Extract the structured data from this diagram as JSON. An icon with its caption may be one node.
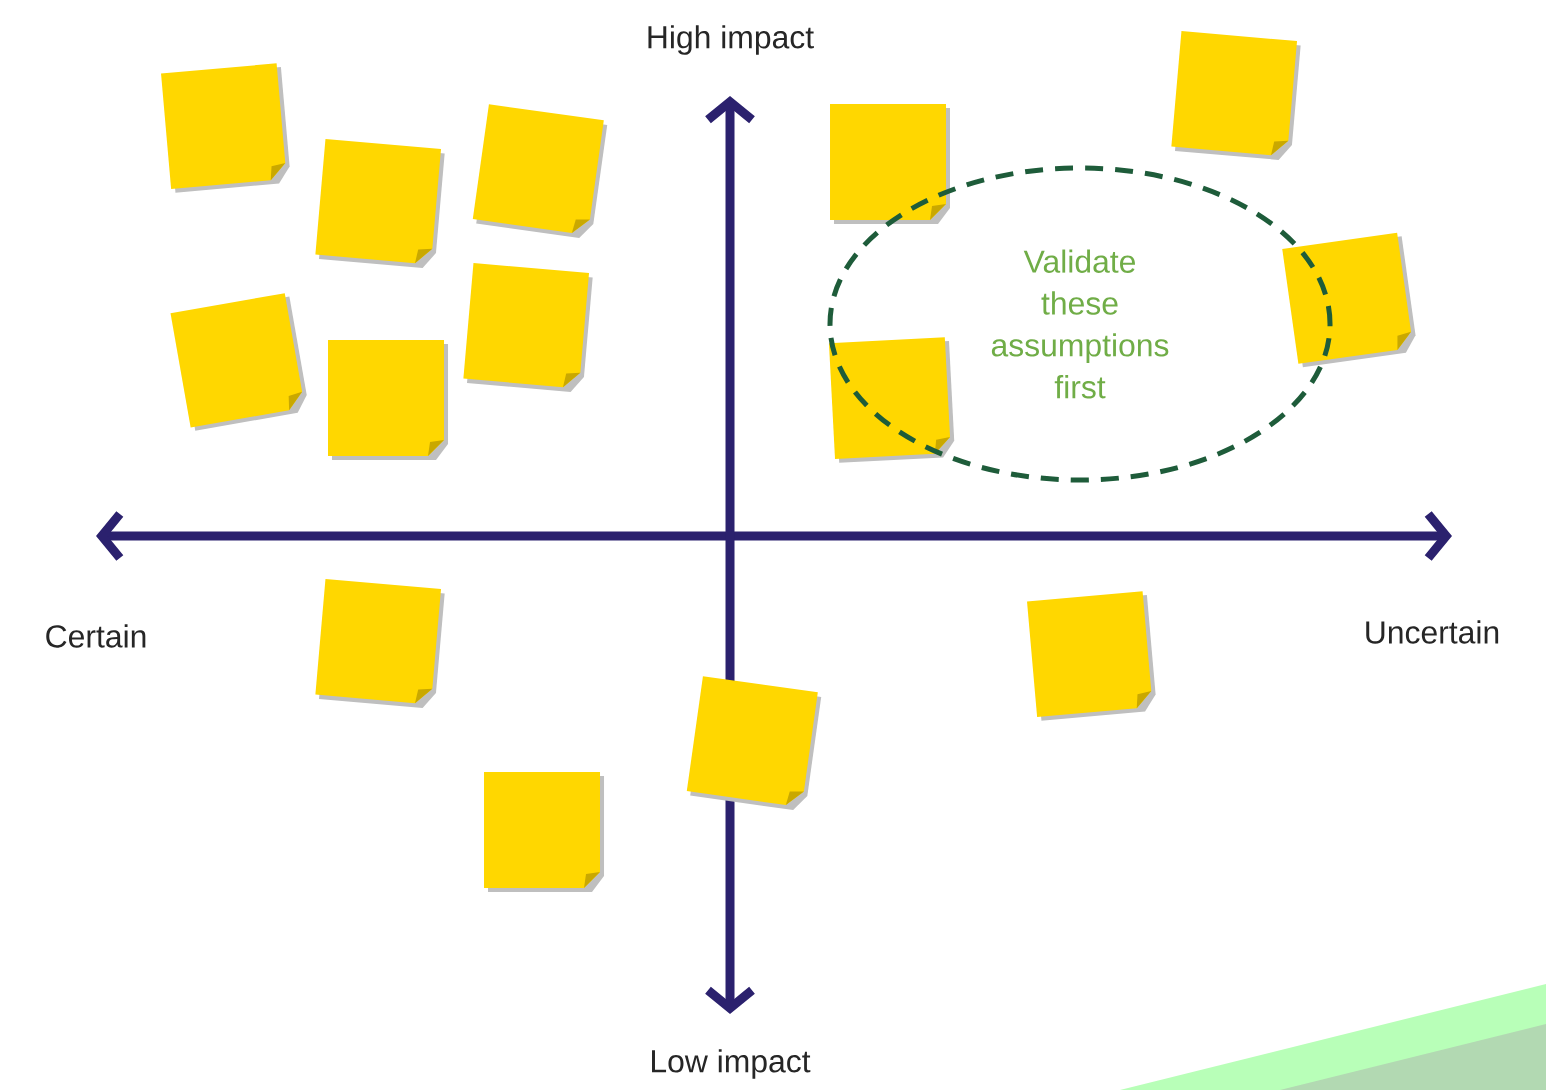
{
  "diagram": {
    "nodes": [
      {
        "text": [
          "Validate these assumptions first"
        ]
      }
    ],
    "labels": [
      "High impact",
      "Certain",
      "Uncertain",
      "Low impact"
    ]
  }
}
